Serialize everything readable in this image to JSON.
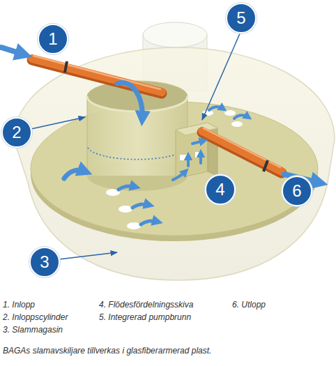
{
  "diagram": {
    "caption": "BAGAs slamavskiljare tillverkas i glasfiberarmerad plast.",
    "labels": [
      "1",
      "2",
      "3",
      "4",
      "5",
      "6",
      "1. Inlopp",
      "2. Inloppscylinder",
      "3. Slammagasin",
      "4. Flödesfördelningsskiva",
      "5. Integrerad pumpbrunn",
      "6. Utlopp"
    ]
  }
}
